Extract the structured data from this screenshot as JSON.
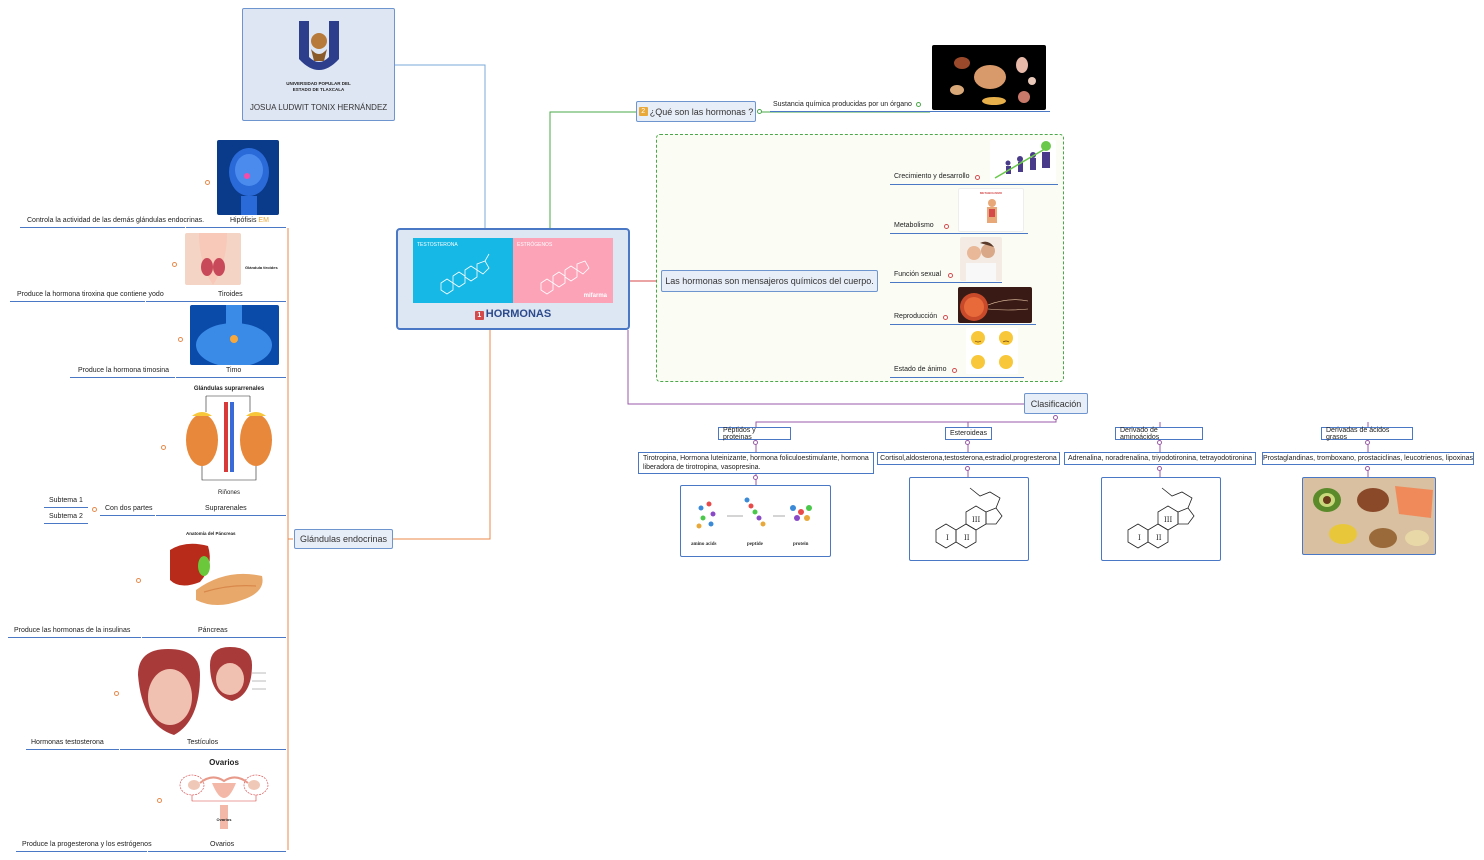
{
  "author": {
    "university": "UNIVERSIDAD POPULAR DEL ESTADO DE TLAXCALA",
    "name": "JOSUA LUDWIT TONIX HERNÁNDEZ"
  },
  "central": {
    "number": "1",
    "title": "HORMONAS",
    "image_left": "TESTOSTERONA",
    "image_right": "ESTRÓGENOS",
    "brand": "mifarma"
  },
  "que_son": {
    "number": "2",
    "title": "¿Qué son las hormonas ?",
    "answer": "Sustancia química producidas por un órgano"
  },
  "mensajeros": {
    "title": "Las hormonas son mensajeros químicos del cuerpo.",
    "items": [
      "Crecimiento y desarrollo",
      "Metabolismo",
      "Función sexual",
      "Reproducción",
      "Estado de ánimo"
    ],
    "metabolism_title": "METABOLISMO"
  },
  "clasificacion": {
    "title": "Clasificación",
    "groups": [
      {
        "name": "Péptidos y proteinas",
        "desc": "Tirotropina, Hormona luteinizante, hormona foliculoestimulante, hormona liberadora de tirotropina, vasopresina.",
        "img_labels": [
          "amino acids",
          "peptide",
          "protein"
        ]
      },
      {
        "name": "Esteroideas",
        "desc": "Cortisol,aldosterona,testosterona,estradiol,progresterona"
      },
      {
        "name": "Derivado de aminoácidos",
        "desc": "Adrenalina, noradrenalina, triyodotironina, tetrayodotironina"
      },
      {
        "name": "Derivadas de ácidos grasos",
        "desc": "Prostaglandinas, tromboxano, prostaciclinas, leucotrienos, lipoxinas"
      }
    ]
  },
  "glandulas": {
    "title": "Glándulas endocrinas",
    "items": [
      {
        "name": "Hipófisis",
        "tag": "EM",
        "desc": "Controla la actividad de las demás glándulas endocrinas."
      },
      {
        "name": "Tiroides",
        "desc": "Produce la hormona tiroxina que contiene yodo",
        "img_label": "Glándula tiroides"
      },
      {
        "name": "Timo",
        "desc": "Produce la hormona timosina"
      },
      {
        "name": "Suprarenales",
        "desc": "Con dos partes",
        "subs": [
          "Subtema 1",
          "Subtema 2"
        ],
        "img_title": "Glándulas suprarrenales",
        "img_bottom": "Riñones"
      },
      {
        "name": "Páncreas",
        "desc": "Produce las hormonas de la insulinas",
        "img_title": "Anatomía del Páncreas"
      },
      {
        "name": "Testículos",
        "desc": "Hormonas testosterona"
      },
      {
        "name": "Ovarios",
        "desc": "Produce la progesterona y los estrógenos",
        "img_title": "Ovarios",
        "img_label": "Ovarios"
      }
    ]
  },
  "colors": {
    "accent_blue": "#4a78c4",
    "orange": "#e8884a",
    "green": "#4aa84a",
    "purple": "#9a5aa8",
    "red": "#d44a4a"
  }
}
